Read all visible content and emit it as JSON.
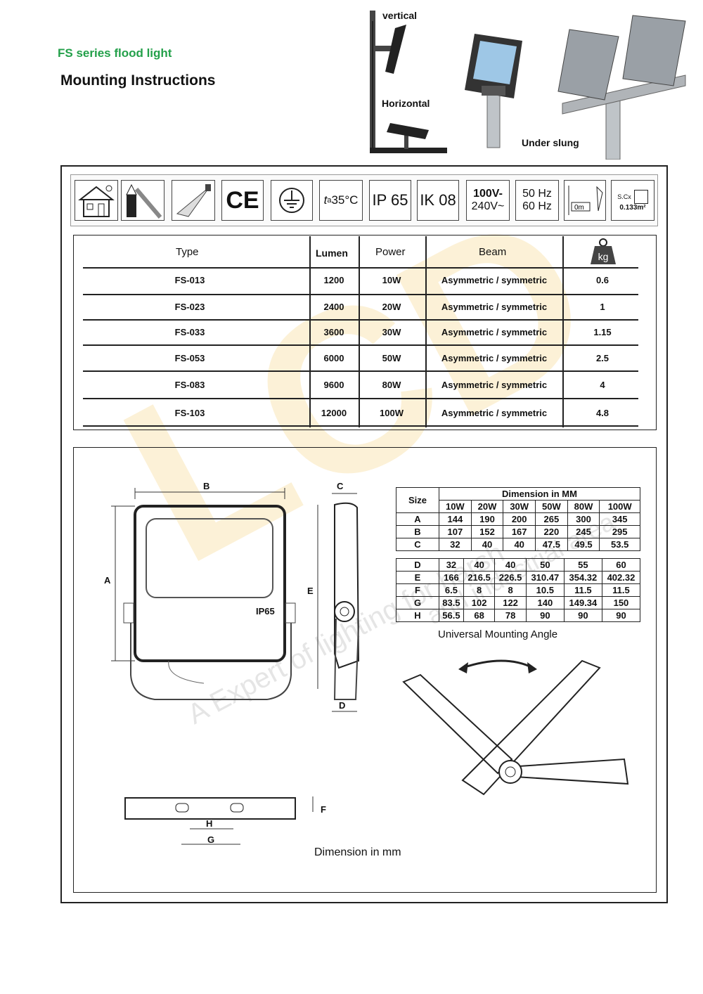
{
  "header": {
    "series": "FS series flood light",
    "title": "Mounting Instructions",
    "vertical": "vertical",
    "horizontal": "Horizontal",
    "under_slung": "Under slung"
  },
  "icons": {
    "ce": "CE",
    "temp_t": "t",
    "temp_a": "a",
    "temp_val": "35°C",
    "ip": "IP 65",
    "ik": "IK 08",
    "volt1": "100V-",
    "volt2": "240V~",
    "hz1": "50 Hz",
    "hz2": "60 Hz",
    "dist": "0m",
    "scx": "S.Cx",
    "area": "0.133m²"
  },
  "spec_table": {
    "headers": [
      "Type",
      "Lumen",
      "Power",
      "Beam",
      "kg"
    ],
    "rows": [
      [
        "FS-013",
        "1200",
        "10W",
        "Asymmetric / symmetric",
        "0.6"
      ],
      [
        "FS-023",
        "2400",
        "20W",
        "Asymmetric / symmetric",
        "1"
      ],
      [
        "FS-033",
        "3600",
        "30W",
        "Asymmetric / symmetric",
        "1.15"
      ],
      [
        "FS-053",
        "6000",
        "50W",
        "Asymmetric / symmetric",
        "2.5"
      ],
      [
        "FS-083",
        "9600",
        "80W",
        "Asymmetric / symmetric",
        "4"
      ],
      [
        "FS-103",
        "12000",
        "100W",
        "Asymmetric / symmetric",
        "4.8"
      ]
    ]
  },
  "drawing": {
    "labels": {
      "A": "A",
      "B": "B",
      "C": "C",
      "D": "D",
      "E": "E",
      "F": "F",
      "G": "G",
      "H": "H"
    },
    "ip65": "IP65",
    "dim_caption": "Dimension in mm",
    "angle_caption": "Universal Mounting Angle"
  },
  "dim_table": {
    "size": "Size",
    "dim_header": "Dimension in MM",
    "powers": [
      "10W",
      "20W",
      "30W",
      "50W",
      "80W",
      "100W"
    ],
    "rows_top": [
      [
        "A",
        "144",
        "190",
        "200",
        "265",
        "300",
        "345"
      ],
      [
        "B",
        "107",
        "152",
        "167",
        "220",
        "245",
        "295"
      ],
      [
        "C",
        "32",
        "40",
        "40",
        "47.5",
        "49.5",
        "53.5"
      ]
    ],
    "rows_bottom": [
      [
        "D",
        "32",
        "40",
        "40",
        "50",
        "55",
        "60"
      ],
      [
        "E",
        "166",
        "216.5",
        "226.5",
        "310.47",
        "354.32",
        "402.32"
      ],
      [
        "F",
        "6.5",
        "8",
        "8",
        "10.5",
        "11.5",
        "11.5"
      ],
      [
        "G",
        "83.5",
        "102",
        "122",
        "140",
        "149.34",
        "150"
      ],
      [
        "H",
        "56.5",
        "68",
        "78",
        "90",
        "90",
        "90"
      ]
    ]
  },
  "watermark": {
    "brand": "LCD",
    "tag1": "A Expert of lighting for harsh",
    "tag2": "and industrial area"
  }
}
